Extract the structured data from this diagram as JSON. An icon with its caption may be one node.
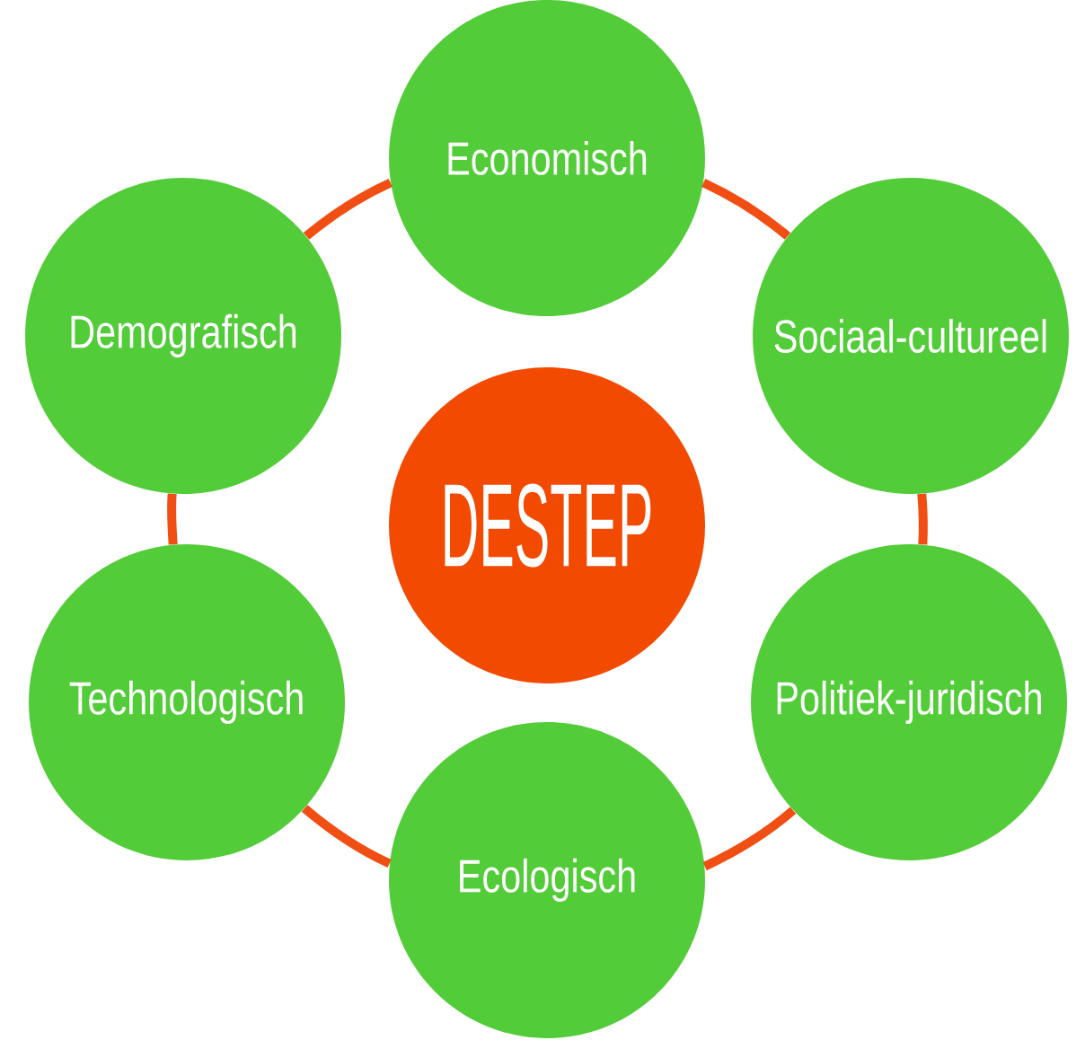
{
  "diagram": {
    "nodes": [
      {
        "text": [
          "Economisch"
        ]
      },
      {
        "text": [
          "Demografisch"
        ]
      },
      {
        "text": [
          "Sociaal-cultureel"
        ]
      },
      {
        "text": [
          "DESTEP"
        ]
      },
      {
        "text": [
          "Technologisch"
        ]
      },
      {
        "text": [
          "Politiek-juridisch"
        ]
      },
      {
        "text": [
          "Ecologisch"
        ]
      }
    ],
    "edges": [
      {
        "from": 0,
        "to": 2,
        "arrow": "none"
      },
      {
        "from": 2,
        "to": 5,
        "arrow": "none"
      },
      {
        "from": 5,
        "to": 6,
        "arrow": "none"
      },
      {
        "from": 6,
        "to": 4,
        "arrow": "none"
      },
      {
        "from": 4,
        "to": 1,
        "arrow": "none"
      },
      {
        "from": 1,
        "to": 0,
        "arrow": "none"
      }
    ]
  }
}
